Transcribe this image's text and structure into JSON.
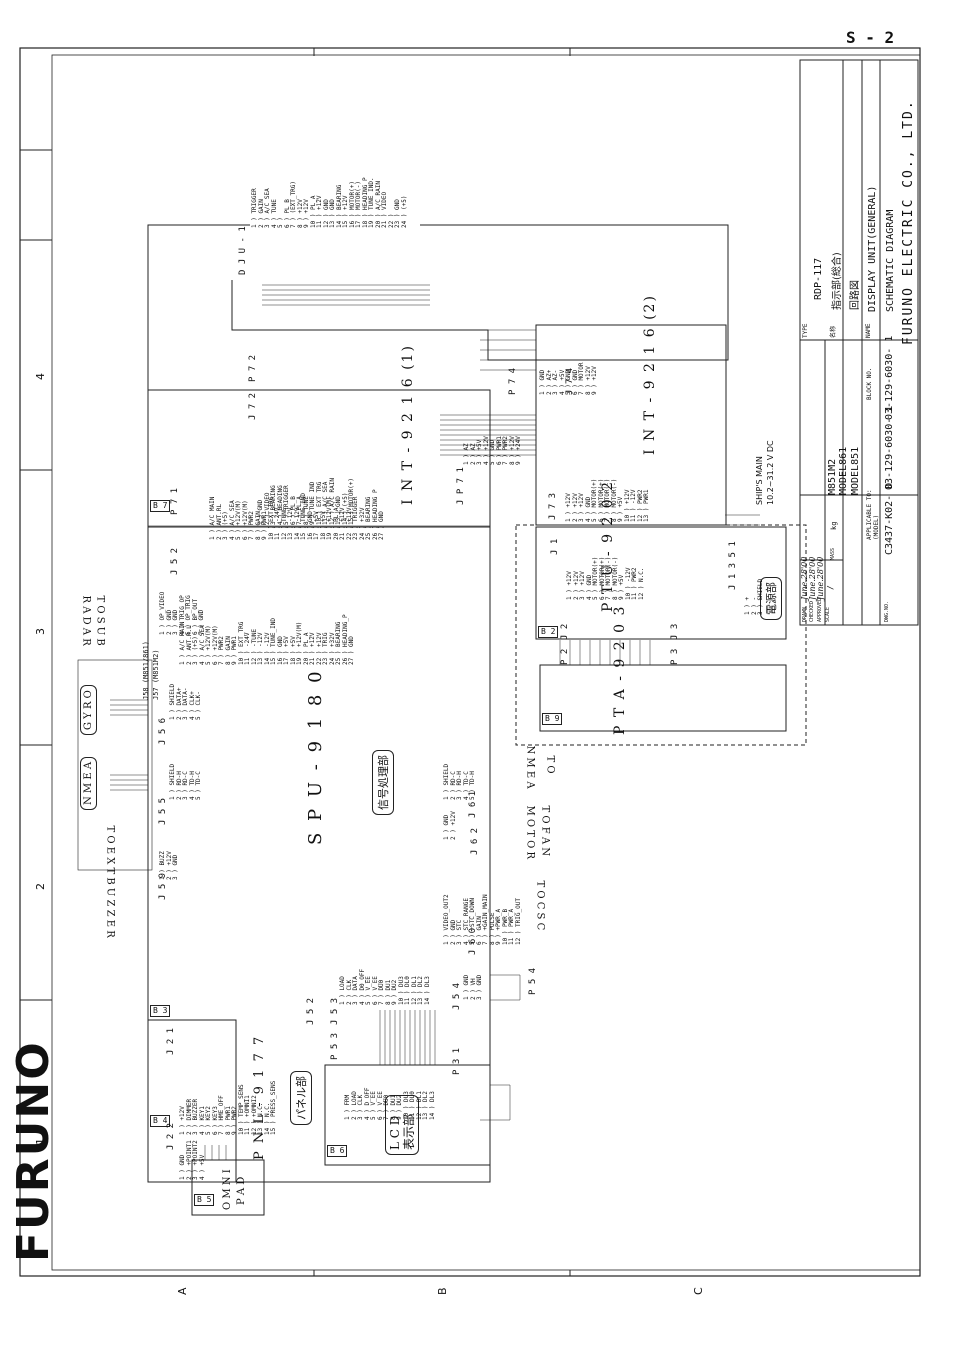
{
  "sheet": {
    "page_no": "S - 2",
    "logo": "FURUNO",
    "zone_numbers": [
      "1",
      "2",
      "3",
      "4"
    ],
    "zone_letters": [
      "A",
      "B",
      "C"
    ]
  },
  "title_block": {
    "type_label": "TYPE",
    "type_value": "RDP-117",
    "name_jp_label": "名称",
    "name_jp_value": "指示部(総合)",
    "name_jp2": "回路図",
    "name_label": "NAME",
    "name_value_1": "DISPLAY UNIT(GENERAL)",
    "name_value_2": "SCHEMATIC DIAGRAM",
    "block_label": "BLOCK NO.",
    "applicable_label": "APPLICABLE TO:",
    "model_label": "(MODEL)",
    "models": [
      "M851M2",
      "MODEL861",
      "MODEL851"
    ],
    "drawn_label": "DRAWN",
    "checked_label": "CHECKED",
    "approved_label": "APPROVED",
    "scale_label": "SCALE",
    "mass_label": "MASS",
    "mass_unit": "kg",
    "scale_value": "/",
    "drawn_date": "June.28'00",
    "checked_date": "June.28'00",
    "approved_date": "June.28'00",
    "dwg_label": "DWG.NO.",
    "dwg_no": "C3437-K02- D",
    "doc_no": "03-129-6030- 1",
    "company": "FURUNO ELECTRIC CO., LTD."
  },
  "units": {
    "spu": "S P U - 9 1 8 0",
    "spu_jp": "信号処理部",
    "int1": "I N T - 9 2 1 6 (1)",
    "int2": "I N T - 9 2 1 6 (2)",
    "ptu": "P T U - 9 2 0 2",
    "ptu_jp": "電源部",
    "pta": "P T A - 9 2 0 3",
    "pnl": "P N L - 9 1 7 7",
    "pnl_jp": "パネル部",
    "lcd": "L C D",
    "lcd_jp": "表示部",
    "omni_1": "O M N I",
    "omni_2": "P A D",
    "gyro": "G Y R O",
    "nmea": "N M E A",
    "dju": "D J U - 1",
    "ships_main_1": "SHIP'S MAIN",
    "ships_main_2": "10.2~31.2 V DC"
  },
  "block_tags": [
    "B 7",
    "B 3",
    "B 4",
    "B 5",
    "B 6",
    "B 2",
    "B 9"
  ],
  "connectors": {
    "j52": "J 5 2",
    "p71": "P 7 1",
    "j72": "J 7 2",
    "p72": "P 7 2",
    "jp71": "J P 7 1",
    "j73": "J 7 3",
    "j74": "J 7 4",
    "p74": "P 7 4",
    "j1": "J 1",
    "j2": "J 2",
    "j3": "J 3",
    "p2": "P 2",
    "p3": "P 3",
    "j1351": "J 1 3 5 1",
    "j21": "J 2 1",
    "j22": "J 2 2",
    "j53": "J 5 3",
    "p53": "P 5 3",
    "p31": "P 3 1",
    "j54": "J 5 4",
    "p54": "P 5 4",
    "j55": "J 5 5",
    "j56": "J 5 6",
    "j57": "J57 (M851M2)",
    "j58": "J58 (M851/861)",
    "j59": "J 5 9",
    "j60": "J 6 0",
    "j61": "J 6 1",
    "j62": "J 6 2",
    "j52b": "J 5 2"
  },
  "external": {
    "sub_radar_1": "T O  S U B",
    "sub_radar_2": "R A D A R",
    "ext_buzzer": "T O  E X T  B U Z Z E R",
    "to_nmea_1": "T O",
    "to_nmea_2": "N M E A",
    "fan_1": "T O  F A N",
    "fan_2": "M O T O R",
    "csc": "T O  C S C"
  },
  "pins": {
    "dju": [
      "TRIGGER",
      "GAIN",
      "A/C SEA",
      "TUNE",
      "",
      "PL_B",
      "(EXT_TRG)",
      "+12V",
      "+12V",
      "PL_A",
      "+12V",
      "GND",
      "GND",
      "BEARING",
      "+12V",
      "MOTOR(+)",
      "MOTOR(-)",
      "HEADING P",
      "TUNE IND.",
      "A/C RAIN",
      "VIDEO",
      "",
      "GND",
      "(+5)"
    ],
    "j52": [
      "A/C RAIN",
      "ANT.R.L",
      "(+5)",
      "A/C SEA",
      "+12V(M)",
      "+12V(M)",
      "PWR2",
      "GAIN",
      "PWR1",
      "EXT_TRG",
      "-24V",
      "-TUNE",
      "-12V",
      "-12V",
      "TUNE_IND",
      "GND",
      "+5V",
      "+5V",
      "+12V(M)",
      "PL_A",
      "+12V",
      "+12V",
      "TRIG",
      "+32V",
      "BEARING",
      "HEADING_P",
      "GND"
    ],
    "p71": [
      "A/C MAIN",
      "ANT.RL",
      "(+5)",
      "A/C SEA",
      "+12V(M)",
      "+12V(M)",
      "PWR2",
      "GAIN",
      "PWR1",
      "EXT_TRG",
      "-24V",
      "TUNE",
      "-12V",
      "-12V",
      "TUNE_IND",
      "GND",
      "+5V",
      "+5V",
      "+12V(M)",
      "PL_A",
      "+12V",
      "+12V",
      "TRIGGER",
      "+32V",
      "BEARING",
      "HEADING P",
      "GND"
    ],
    "j72": [
      "GND",
      "VIDEO",
      "BEARING",
      "HEADING",
      "TRIGGER",
      "PL_B",
      "PL_A",
      "TUNE",
      "TUNE IND",
      "EXT TRG",
      "A/C SEA",
      "A/C RAIN",
      "GND",
      "(+5)",
      "MOTOR(+)"
    ],
    "int1_side": [
      "AZ",
      "AZ",
      "+5V",
      "+12V",
      "GND",
      "PWR1",
      "PWR2",
      "+12V",
      "+24V"
    ],
    "j74": [
      "GND",
      "AZ+",
      "AZ-",
      "+5V",
      "GND",
      "GND",
      "MOTOR",
      "+12V",
      "+12V"
    ],
    "j73": [
      "+12V",
      "+12V",
      "+12V",
      "GND",
      "MOTOR(+)",
      "MOTOR(+)",
      "MOTOR(-)",
      "MOTOR(-)",
      "+5V",
      "+12V",
      "-12V",
      "PWR2",
      "PWR1"
    ],
    "j1": [
      "+12V",
      "+12V",
      "+12V",
      "GND",
      "MOTOR(+)",
      "MOTOR(+)",
      "MOTOR(-)",
      "MOTOR(-)",
      "+5V",
      "-12V",
      "PWR2",
      "N.C."
    ],
    "j1351": [
      "+",
      "-",
      "SHIELD"
    ],
    "j21": [
      "+12V",
      "DIMMER",
      "BUZZER",
      "KEY1",
      "KEY2",
      "KEY3",
      "HME_OFF",
      "PWR1",
      "PWR2",
      "TEMP_SENS",
      "+OMNI1",
      "+OMNI2",
      "N.C.",
      "N.C.",
      "PRESS_SENS"
    ],
    "j22": [
      "GND",
      "+POINT1",
      "+POINT2",
      "+5V"
    ],
    "j53": [
      "LOAD",
      "CLK",
      "DATA",
      "D0_OFF",
      "V_EE",
      "V_EE",
      "DU0",
      "DU1",
      "DU2",
      "DU3",
      "DL0",
      "DL1",
      "DL2",
      "DL3"
    ],
    "p53": [
      "FRM",
      "LOAD",
      "CLK",
      "D_OFF",
      "V_EE",
      "V_EE",
      "DU0",
      "DU1",
      "DU2",
      "DU3",
      "DL0",
      "DL1",
      "DL2",
      "DL3"
    ],
    "j54": [
      "GND",
      "VH",
      "GND"
    ],
    "j55": [
      "SHIELD",
      "RD-H",
      "RD-C",
      "TD-H",
      "TD-C"
    ],
    "j56": [
      "SHIELD",
      "DATA+",
      "DATA-",
      "CLK+",
      "CLK-"
    ],
    "j57": [
      "OP_VIDEO",
      "GND",
      "GND",
      "TRIG_OP",
      "OP_TRIG",
      "BP_OUT",
      "GND"
    ],
    "j59": [
      "BUZZ",
      "+12V",
      "GND"
    ],
    "j60": [
      "VIDEO_OUT2",
      "GND",
      "STC",
      "STC_RANGE",
      "+STC_DOWN",
      "GAIN",
      "+GAIN_MAIN",
      "PULSE",
      "+PWR_A",
      "PWR_B",
      "PWR_A",
      "TRIG_OUT"
    ],
    "j61": [
      "SHIELD",
      "RD-C",
      "RD-H",
      "TD-C",
      "TD-H"
    ],
    "j62": [
      "GND",
      "+12V"
    ]
  }
}
